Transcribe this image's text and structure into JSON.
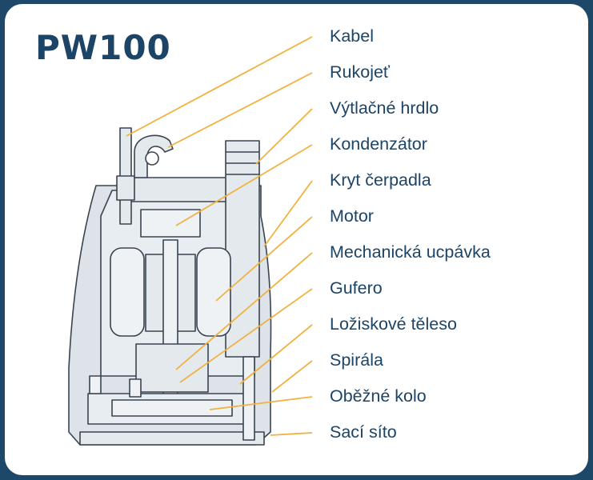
{
  "title": "PW100",
  "labels": [
    "Kabel",
    "Rukojeť",
    "Výtlačné hrdlo",
    "Kondenzátor",
    "Kryt čerpadla",
    "Motor",
    "Mechanická ucpávka",
    "Gufero",
    "Ložiskové těleso",
    "Spirála",
    "Oběžné kolo",
    "Sací síto"
  ],
  "colors": {
    "frame": "#1d4868",
    "title": "#1b4466",
    "leader": "#f0b240",
    "body_fill": "#dde3e9",
    "outline": "#3a4450"
  }
}
